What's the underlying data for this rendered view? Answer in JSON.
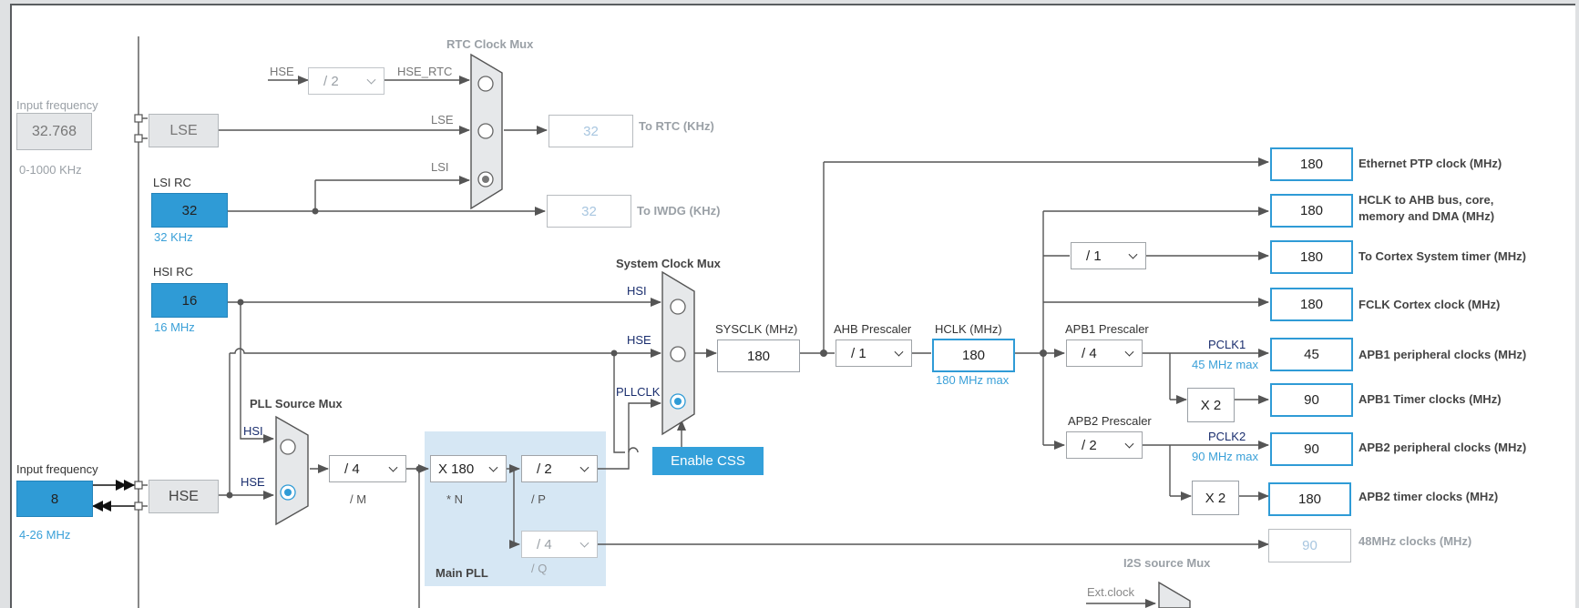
{
  "rtc_mux": {
    "title": "RTC Clock Mux",
    "in_hse": "HSE",
    "hse_div": "/ 2",
    "in_hse_rtc": "HSE_RTC",
    "in_lse": "LSE",
    "in_lsi": "LSI",
    "to_rtc_value": "32",
    "to_rtc_label": "To RTC (KHz)",
    "to_iwdg_value": "32",
    "to_iwdg_label": "To IWDG (KHz)"
  },
  "lse": {
    "input_label": "Input frequency",
    "input_value": "32.768",
    "range": "0-1000 KHz",
    "name": "LSE"
  },
  "lsi": {
    "label": "LSI RC",
    "value": "32",
    "freq": "32 KHz"
  },
  "hsi": {
    "label": "HSI RC",
    "value": "16",
    "freq": "16 MHz"
  },
  "hse": {
    "input_label": "Input frequency",
    "input_value": "8",
    "range": "4-26 MHz",
    "name": "HSE"
  },
  "pll_mux": {
    "title": "PLL Source Mux",
    "in_hsi": "HSI",
    "in_hse": "HSE"
  },
  "pll": {
    "m_value": "/ 4",
    "m_label": "/ M",
    "n_value": "X 180",
    "n_label": "* N",
    "p_value": "/ 2",
    "p_label": "/ P",
    "q_value": "/ 4",
    "q_label": "/ Q",
    "title": "Main PLL"
  },
  "sys_mux": {
    "title": "System Clock Mux",
    "in_hsi": "HSI",
    "in_hse": "HSE",
    "in_pllclk": "PLLCLK",
    "css_button": "Enable CSS"
  },
  "sysclk": {
    "label": "SYSCLK (MHz)",
    "value": "180"
  },
  "ahb": {
    "label": "AHB Prescaler",
    "value": "/ 1"
  },
  "hclk": {
    "label": "HCLK (MHz)",
    "value": "180",
    "max": "180 MHz max"
  },
  "apb1": {
    "label": "APB1 Prescaler",
    "value": "/ 4",
    "pclk": "PCLK1",
    "max": "45 MHz max",
    "timer_mul": "X 2"
  },
  "apb2": {
    "label": "APB2 Prescaler",
    "value": "/ 2",
    "pclk": "PCLK2",
    "max": "90 MHz max",
    "timer_mul": "X 2"
  },
  "cortex_div": "/ 1",
  "outputs": [
    {
      "value": "180",
      "label": "Ethernet PTP clock (MHz)"
    },
    {
      "value": "180",
      "label": "HCLK to AHB bus, core,",
      "label2": "memory and DMA (MHz)"
    },
    {
      "value": "180",
      "label": "To Cortex System timer (MHz)"
    },
    {
      "value": "180",
      "label": "FCLK Cortex clock (MHz)"
    },
    {
      "value": "45",
      "label": "APB1 peripheral clocks (MHz)"
    },
    {
      "value": "90",
      "label": "APB1 Timer clocks (MHz)"
    },
    {
      "value": "90",
      "label": "APB2 peripheral clocks (MHz)"
    },
    {
      "value": "180",
      "label": "APB2 timer clocks (MHz)"
    },
    {
      "value": "90",
      "label": "48MHz clocks (MHz)"
    }
  ],
  "i2s": {
    "title": "I2S source Mux",
    "in_ext": "Ext.clock"
  },
  "colors": {
    "accent": "#2f9bd6",
    "wire": "#555555",
    "mux_fill": "#e6e8ea",
    "pll_bg": "#d6e7f4"
  }
}
